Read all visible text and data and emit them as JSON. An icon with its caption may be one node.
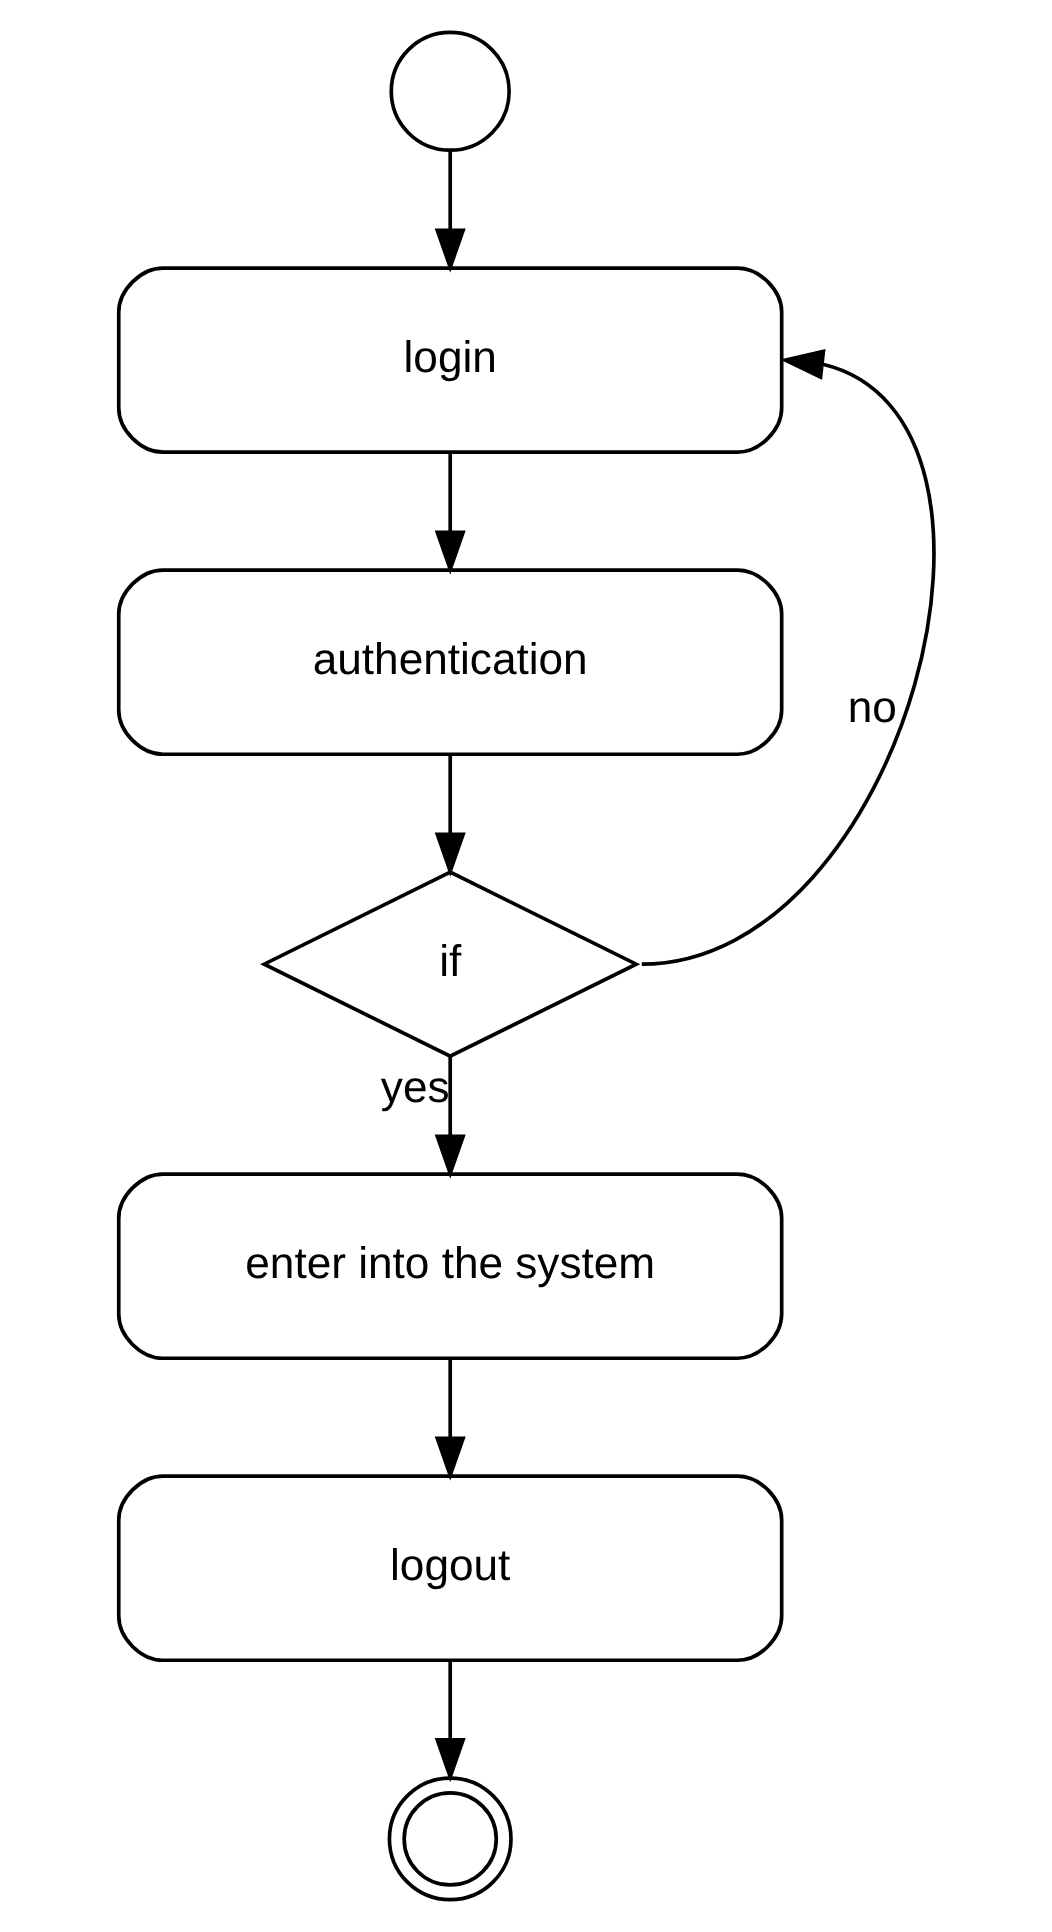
{
  "diagram": {
    "nodes": [
      {
        "text": [],
        "shape": "circle"
      },
      {
        "text": [
          "login"
        ]
      },
      {
        "text": [
          "authentication"
        ]
      },
      {
        "text": [
          "if"
        ]
      },
      {
        "text": [
          "enter into the system"
        ]
      },
      {
        "text": [
          "logout"
        ]
      },
      {
        "text": [],
        "shape": "circle"
      }
    ],
    "edges": [
      {
        "from": 0,
        "to": 1,
        "arrow": "to"
      },
      {
        "from": 1,
        "to": 2,
        "arrow": "to"
      },
      {
        "from": 2,
        "to": 3,
        "arrow": "to"
      },
      {
        "from": 3,
        "to": 1,
        "arrow": "to",
        "label": "no"
      },
      {
        "from": 3,
        "to": 4,
        "arrow": "to",
        "label": "yes"
      },
      {
        "from": 4,
        "to": 5,
        "arrow": "to"
      },
      {
        "from": 5,
        "to": 6,
        "arrow": "to"
      }
    ]
  }
}
